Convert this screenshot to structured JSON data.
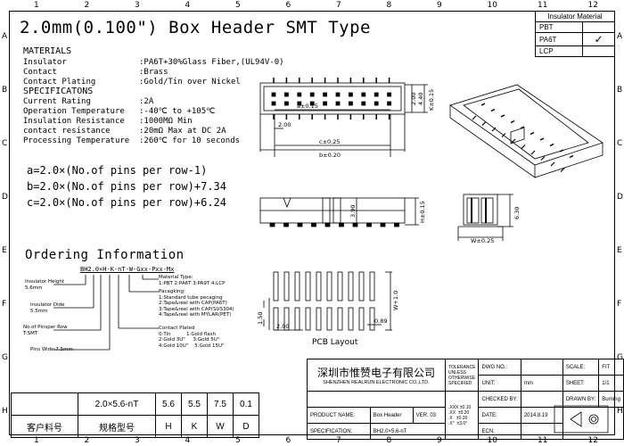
{
  "title": "2.0mm(0.100\") Box Header SMT Type",
  "ruler": {
    "top": [
      "1",
      "2",
      "3",
      "4",
      "5",
      "6",
      "7",
      "8",
      "9",
      "10",
      "11",
      "12"
    ],
    "side": [
      "A",
      "B",
      "C",
      "D",
      "E",
      "F",
      "G",
      "H"
    ]
  },
  "material_table": {
    "header": "Insulator Material",
    "rows": [
      {
        "name": "PBT",
        "mark": ""
      },
      {
        "name": "PA6T",
        "mark": "✓"
      },
      {
        "name": "LCP",
        "mark": ""
      }
    ]
  },
  "materials": {
    "heading": "MATERIALS",
    "rows": [
      {
        "label": "Insulator",
        "value": ":PA6T+30%Glass Fiber,(UL94V-0)"
      },
      {
        "label": "Contact",
        "value": ":Brass"
      },
      {
        "label": "Contact Plating",
        "value": ":Gold/Tin over Nickel"
      }
    ]
  },
  "specifications": {
    "heading": "SPECIFICATONS",
    "rows": [
      {
        "label": "Current Rating",
        "value": ":2A"
      },
      {
        "label": "Operation Temperature",
        "value": ":-40℃ to +105℃"
      },
      {
        "label": "Insulation Resistance",
        "value": ":1000MΩ Min"
      },
      {
        "label": "contact resistance",
        "value": ":20mΩ Max at DC 2A"
      },
      {
        "label": "Processing Temperature",
        "value": ":260℃ for 10 seconds"
      }
    ]
  },
  "formulas": [
    "a=2.0×(No.of pins per row-1)",
    "b=2.0×(No.of pins per row)+7.34",
    "c=2.0×(No.of pins per row)+6.24"
  ],
  "top_view_dims": {
    "a": "a±0.15",
    "pitch": "2.00",
    "c": "c±0.25",
    "b": "b±0.20",
    "h1": "2.00",
    "h2": "4.40",
    "k": "K±0.15"
  },
  "side_view_dims": {
    "d1": "3.90",
    "h": "H±0.15",
    "d2": "6.30",
    "w": "W±0.25"
  },
  "pcb": {
    "label": "PCB Layout",
    "d1": "1.50",
    "d2": "2.00",
    "d3": "0.89",
    "w": "W+1.0"
  },
  "ordering": {
    "title": "Ordering Information",
    "code": "BH2.0×H-K-nT-W-Gxx-Pxx-Mx",
    "insulator_height": "Insulator Height\n5.6mm",
    "insulator_dide": "Insulator Dide\n5.5mm",
    "pinspar": "No.of Pinsper Row\nT:SMT",
    "pins_wide": "Pins Wide:7.5mm",
    "material_type": "Material Type:\n1:PBT 2:PA6T 3:PA9T 4:LCP",
    "packaging": "Pacagking:\n1:Standard tube pecaging\n2:Tape&reel with CAP(PA6T)\n3:Tape&reel with CAP(SUS304)\n4:Tape&reel with MYLAR(PET)",
    "contact_plated": "Contact Plated\n0:Tin          1:Gold flash\n2:Gold 3U\"     3:Gold 5U\"\n4:Gold 10U\"    5:Gold 15U\""
  },
  "bottom_table": {
    "values": [
      "2.0×5.6-nT",
      "5.6",
      "5.5",
      "7.5",
      "0.1"
    ],
    "labels": [
      "客户料号",
      "规格型号",
      "H",
      "K",
      "W",
      "D"
    ]
  },
  "title_block": {
    "company_cn": "深圳市惟赞电子有限公司",
    "company_en": "SHENZHEN REALRUN ELECTRONIC CO.,LTD.",
    "tolerance": "TOLERANCE\nUNLESS\nOTHERWISE\nSPECIFIED",
    "dwg_no": "DWG NO.:",
    "scale": "SCALE:",
    "scale_val": "FIT",
    "unit": "UNIT:",
    "unit_val": "mm",
    "sheet": "SHEET:",
    "sheet_val": "1/1",
    "checked": "CHECKED BY:",
    "drawn": "DRAWN BY:",
    "drawn_val": "Burning",
    "product_name": "PRODUCT NAME:",
    "product_val": "Box Header",
    "ver": "VER:",
    "ver_val": "03",
    "tol_lines": ".XXX ±0.10\n.XX  ±0.20\n.X   ±0.30\n.X°  ±3.0°",
    "date": "DATE:",
    "date_val": "2014.8.19",
    "spec": "SPECIFICATION:",
    "spec_val": "BH2.0×5.6-nT",
    "ecn": "ECN:"
  }
}
